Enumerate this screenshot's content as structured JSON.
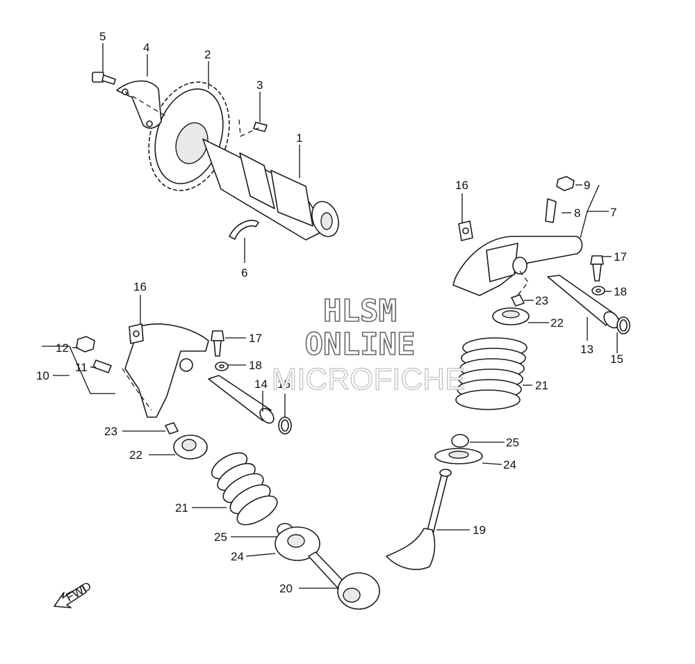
{
  "watermark": {
    "line1": "HLSM",
    "line2": "ONLINE",
    "line3": "MICROFICHE"
  },
  "fwd_label": "FWD",
  "callouts": {
    "c1": "1",
    "c2": "2",
    "c3": "3",
    "c4": "4",
    "c5": "5",
    "c6": "6",
    "c7": "7",
    "c8": "8",
    "c9": "9",
    "c10": "10",
    "c11": "11",
    "c12": "12",
    "c13": "13",
    "c14": "14",
    "c15a": "15",
    "c15b": "15",
    "c16a": "16",
    "c16b": "16",
    "c17a": "17",
    "c17b": "17",
    "c18a": "18",
    "c18b": "18",
    "c19": "19",
    "c20": "20",
    "c21a": "21",
    "c21b": "21",
    "c22a": "22",
    "c22b": "22",
    "c23a": "23",
    "c23b": "23",
    "c24a": "24",
    "c24b": "24",
    "c25a": "25",
    "c25b": "25"
  }
}
